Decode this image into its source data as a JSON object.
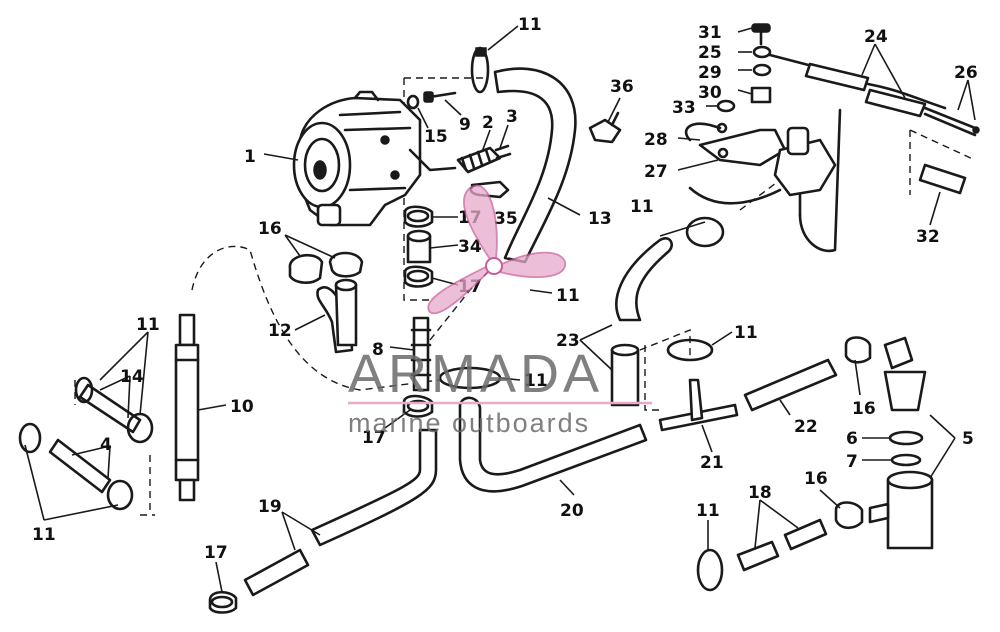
{
  "callouts": [
    {
      "id": "c11a",
      "label": "11"
    },
    {
      "id": "c31",
      "label": "31"
    },
    {
      "id": "c25",
      "label": "25"
    },
    {
      "id": "c29",
      "label": "29"
    },
    {
      "id": "c30",
      "label": "30"
    },
    {
      "id": "c33",
      "label": "33"
    },
    {
      "id": "c24",
      "label": "24"
    },
    {
      "id": "c26",
      "label": "26"
    },
    {
      "id": "c36",
      "label": "36"
    },
    {
      "id": "c28",
      "label": "28"
    },
    {
      "id": "c27",
      "label": "27"
    },
    {
      "id": "c32",
      "label": "32"
    },
    {
      "id": "c9",
      "label": "9"
    },
    {
      "id": "c15",
      "label": "15"
    },
    {
      "id": "c2",
      "label": "2"
    },
    {
      "id": "c3",
      "label": "3"
    },
    {
      "id": "c1",
      "label": "1"
    },
    {
      "id": "c13",
      "label": "13"
    },
    {
      "id": "c17a",
      "label": "17"
    },
    {
      "id": "c35",
      "label": "35"
    },
    {
      "id": "c34",
      "label": "34"
    },
    {
      "id": "c16a",
      "label": "16"
    },
    {
      "id": "c17b",
      "label": "17"
    },
    {
      "id": "c11b",
      "label": "11"
    },
    {
      "id": "c11c",
      "label": "11"
    },
    {
      "id": "c12",
      "label": "12"
    },
    {
      "id": "c8",
      "label": "8"
    },
    {
      "id": "c11d",
      "label": "11"
    },
    {
      "id": "c23",
      "label": "23"
    },
    {
      "id": "c11e",
      "label": "11"
    },
    {
      "id": "c11f",
      "label": "11"
    },
    {
      "id": "c14",
      "label": "14"
    },
    {
      "id": "c10",
      "label": "10"
    },
    {
      "id": "c4",
      "label": "4"
    },
    {
      "id": "c11g",
      "label": "11"
    },
    {
      "id": "c17c",
      "label": "17"
    },
    {
      "id": "c16b",
      "label": "16"
    },
    {
      "id": "c22",
      "label": "22"
    },
    {
      "id": "c6",
      "label": "6"
    },
    {
      "id": "c7",
      "label": "7"
    },
    {
      "id": "c5",
      "label": "5"
    },
    {
      "id": "c21",
      "label": "21"
    },
    {
      "id": "c20",
      "label": "20"
    },
    {
      "id": "c19",
      "label": "19"
    },
    {
      "id": "c18",
      "label": "18"
    },
    {
      "id": "c16c",
      "label": "16"
    },
    {
      "id": "c11h",
      "label": "11"
    },
    {
      "id": "c17d",
      "label": "17"
    }
  ],
  "watermark": {
    "brand": "ARMADA",
    "tagline": "marine outboards",
    "color": "#e7a9cc"
  }
}
